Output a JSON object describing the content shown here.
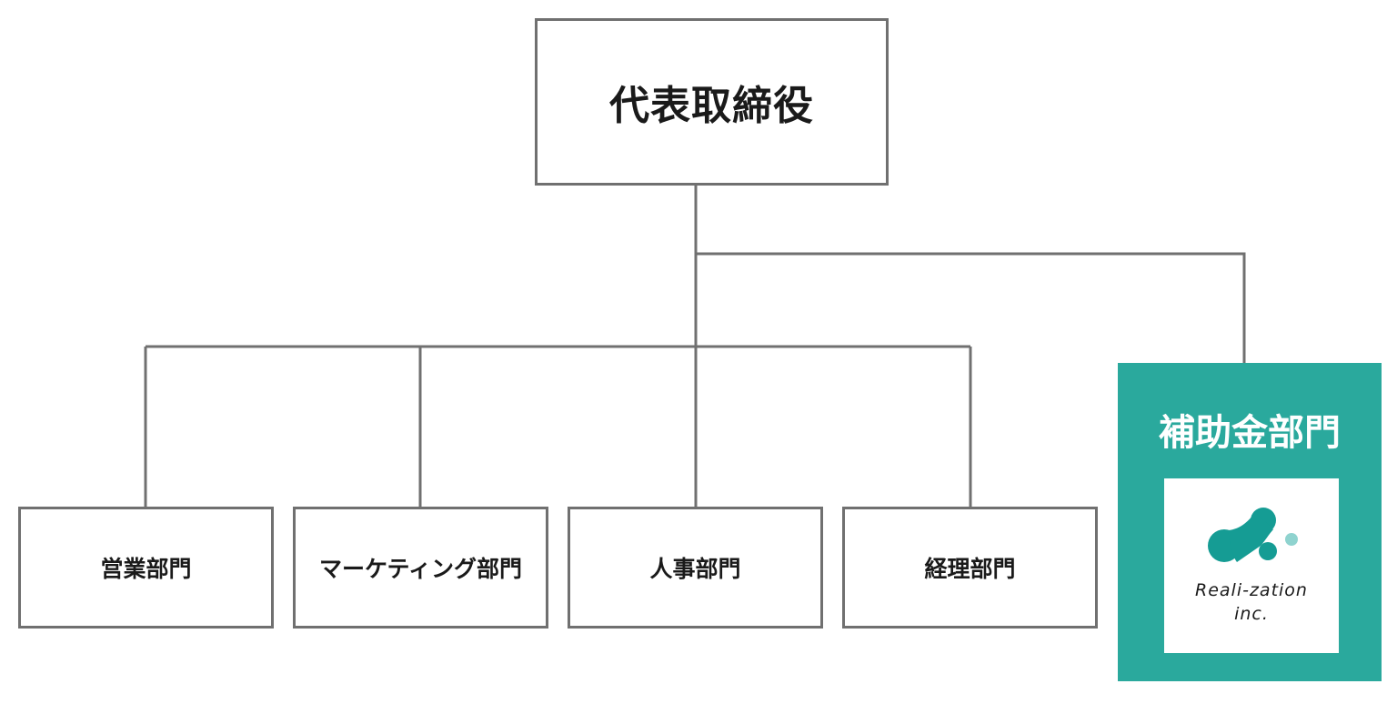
{
  "chart": {
    "root": {
      "label": "代表取締役"
    },
    "departments": [
      {
        "label": "営業部門"
      },
      {
        "label": "マーケティング部門"
      },
      {
        "label": "人事部門"
      },
      {
        "label": "経理部門"
      }
    ],
    "subsidy_department": {
      "label": "補助金部門",
      "logo_name": "Reali-zation",
      "logo_suffix": "inc."
    }
  },
  "colors": {
    "connector": "#707070",
    "box_border": "#707070",
    "subsidy_background": "#2aa99d",
    "logo_primary": "#159c94",
    "logo_dot": "#8fd3cf"
  },
  "icons": {
    "logo": "reali-zation-logo-icon"
  }
}
